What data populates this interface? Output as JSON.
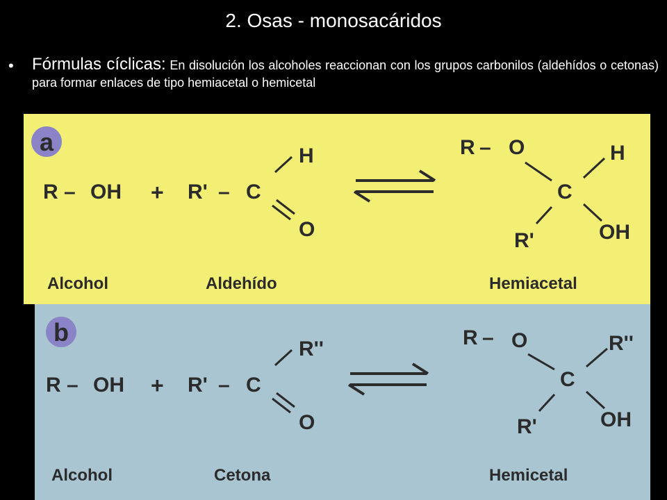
{
  "slide": {
    "title": "2. Osas - monosacáridos",
    "bullet_symbol": "•",
    "bullet_lead": "Fórmulas cíclicas:",
    "bullet_text": " En disolución los alcoholes reaccionan con los grupos carbonilos (aldehídos o cetonas) para formar enlaces de tipo hemiacetal o hemicetal"
  },
  "colors": {
    "panel_a": "#f2ef74",
    "panel_b": "#a9c5d1",
    "badge": "#8a83c8",
    "ink": "#2b2b2b"
  },
  "panel_a": {
    "badge": "a",
    "alcohol": {
      "r": "R",
      "dash": "–",
      "oh": "OH"
    },
    "plus": "+",
    "carbonyl": {
      "r": "R'",
      "dash": "–",
      "c": "C",
      "top": "H",
      "bottom": "O"
    },
    "product": {
      "r": "R",
      "dash": "–",
      "o": "O",
      "c": "C",
      "top_right": "H",
      "bottom_left": "R'",
      "bottom_right": "OH"
    },
    "labels": {
      "reactant1": "Alcohol",
      "reactant2": "Aldehído",
      "product": "Hemiacetal"
    }
  },
  "panel_b": {
    "badge": "b",
    "alcohol": {
      "r": "R",
      "dash": "–",
      "oh": "OH"
    },
    "plus": "+",
    "carbonyl": {
      "r": "R'",
      "dash": "–",
      "c": "C",
      "top": "R''",
      "bottom": "O"
    },
    "product": {
      "r": "R",
      "dash": "–",
      "o": "O",
      "c": "C",
      "top_right": "R''",
      "bottom_left": "R'",
      "bottom_right": "OH"
    },
    "labels": {
      "reactant1": "Alcohol",
      "reactant2": "Cetona",
      "product": "Hemicetal"
    }
  }
}
